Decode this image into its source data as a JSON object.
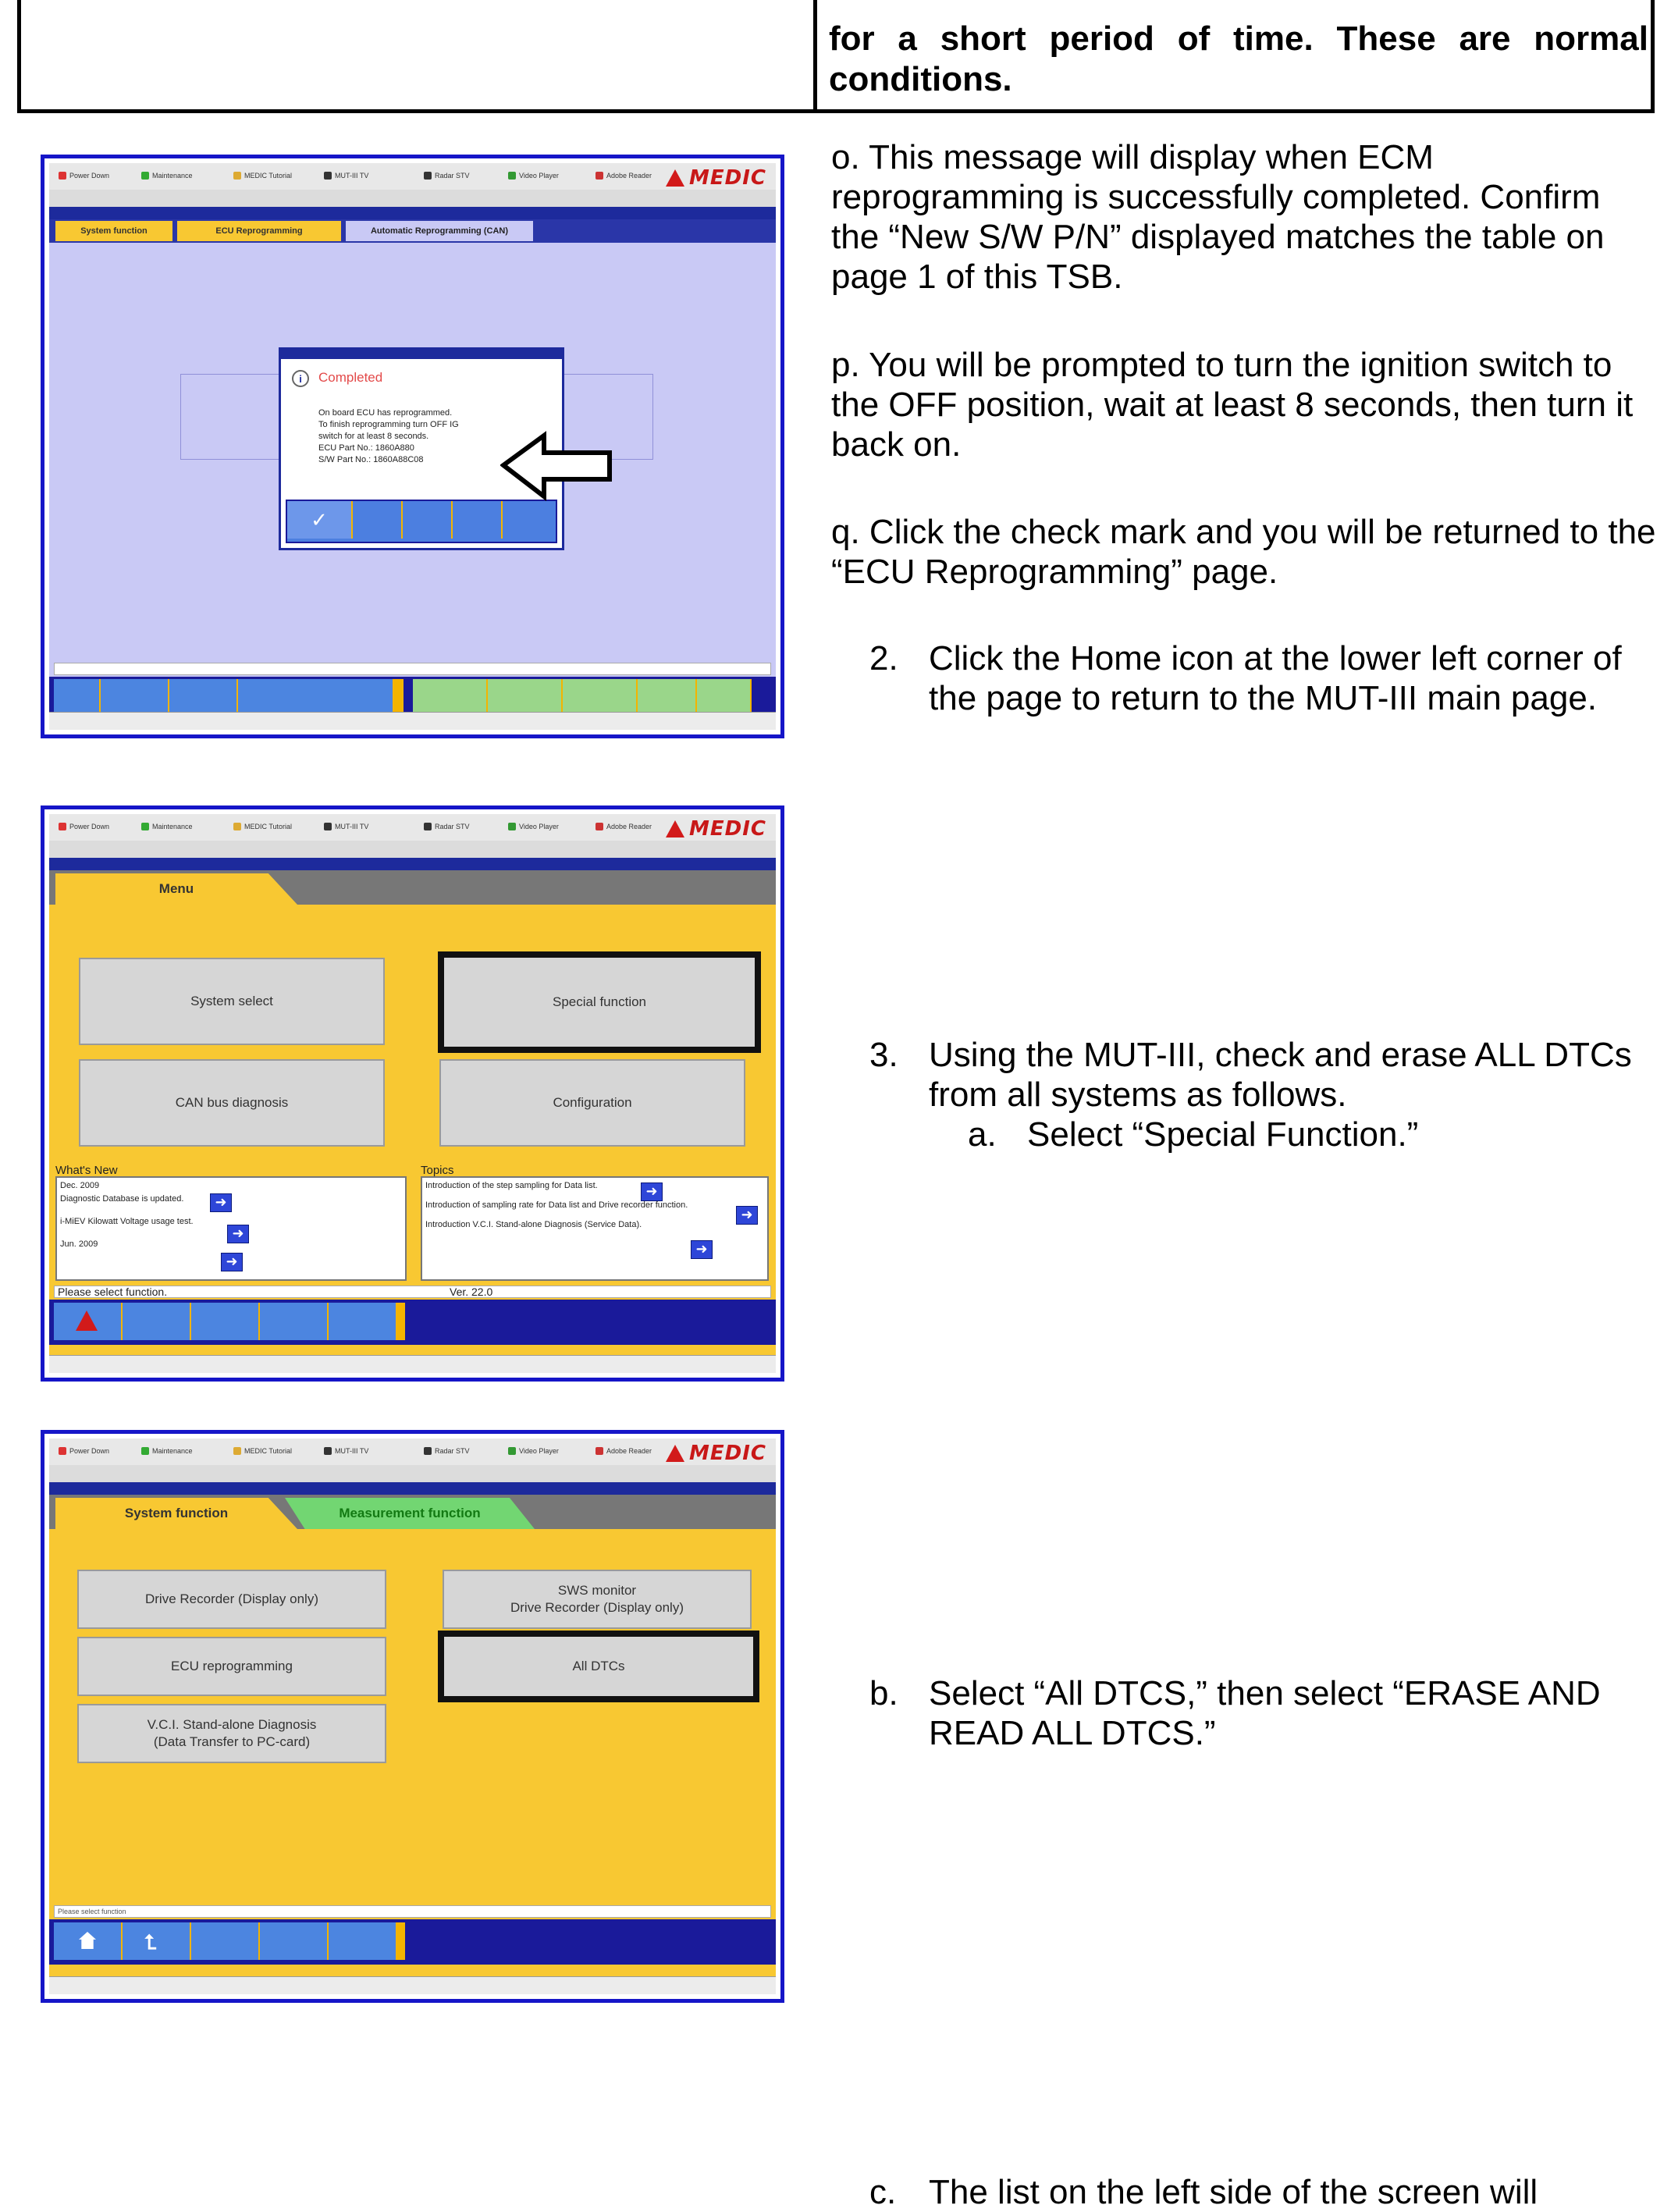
{
  "top_table": {
    "cell_text": "for a short period of time. These are normal conditions."
  },
  "steps": {
    "o": "o. This message will display when ECM reprogramming is successfully completed. Confirm the “New S/W P/N” displayed matches the table on page 1 of this TSB.",
    "p": "p. You will be prompted to turn the ignition switch to the OFF position, wait at least 8 seconds, then turn it back on.",
    "q": "q. Click the check mark and you will be returned to the “ECU Reprogramming” page.",
    "s2_num": "2.",
    "s2": "Click the Home icon at the lower left corner of the page to return to the MUT-III main page.",
    "s3_num": "3.",
    "s3": "Using the MUT-III, check and erase ALL DTCs from all systems as follows.",
    "s3a_num": "a.",
    "s3a": "Select “Special Function.”",
    "b_num": "b.",
    "b": "Select “All DTCS,” then select “ERASE AND READ ALL DTCS.”",
    "c_num": "c.",
    "c": "The list on the left side of the screen will"
  },
  "toolbar": {
    "power_down": "Power Down",
    "maintenance": "Maintenance",
    "medic_tutorial": "MEDIC Tutorial",
    "mut_tv": "MUT-III TV",
    "radar_tv": "Radar STV",
    "video_player": "Video Player",
    "adobe_reader": "Adobe Reader",
    "logo": "MEDIC"
  },
  "shot1": {
    "tabs": {
      "system_function": "System function",
      "ecu_reprogramming": "ECU Reprogramming",
      "automatic": "Automatic Reprogramming (CAN)"
    },
    "dialog": {
      "status": "Completed",
      "line1": "On board ECU has reprogrammed.",
      "line2": "To finish reprogramming turn OFF IG",
      "line3": "switch for at least 8 seconds.",
      "line4": "ECU Part No.: 1860A880",
      "line5": "S/W Part No.: 1860A88C08"
    }
  },
  "shot2": {
    "tab_menu": "Menu",
    "btn_system_select": "System select",
    "btn_special_function": "Special function",
    "btn_can_bus": "CAN bus diagnosis",
    "btn_configuration": "Configuration",
    "whats_new_label": "What's New",
    "whats_new_items": [
      "Dec. 2009",
      "Diagnostic Database is updated.",
      "i-MiEV Kilowatt Voltage usage test.",
      "Jun. 2009"
    ],
    "topics_label": "Topics",
    "topics_items": [
      "Introduction of the step sampling for Data list.",
      "Introduction of sampling rate for Data list and Drive recorder function.",
      "Introduction V.C.I. Stand-alone Diagnosis (Service Data)."
    ],
    "status": "Please select function.",
    "version": "Ver. 22.0"
  },
  "shot3": {
    "tab_system_function": "System function",
    "tab_measurement": "Measurement function",
    "btn_drive_recorder": "Drive Recorder (Display only)",
    "btn_sws_line1": "SWS monitor",
    "btn_sws_line2": "Drive Recorder (Display only)",
    "btn_ecu_reprogramming": "ECU reprogramming",
    "btn_all_dtcs": "All DTCs",
    "btn_vci_line1": "V.C.I. Stand-alone Diagnosis",
    "btn_vci_line2": "(Data Transfer to PC-card)",
    "status": "Please select function"
  },
  "colors": {
    "frame_blue": "#1515c8",
    "medic_red": "#c81818",
    "menu_yellow": "#f8c832",
    "nav_blue": "#1a1a9a"
  }
}
